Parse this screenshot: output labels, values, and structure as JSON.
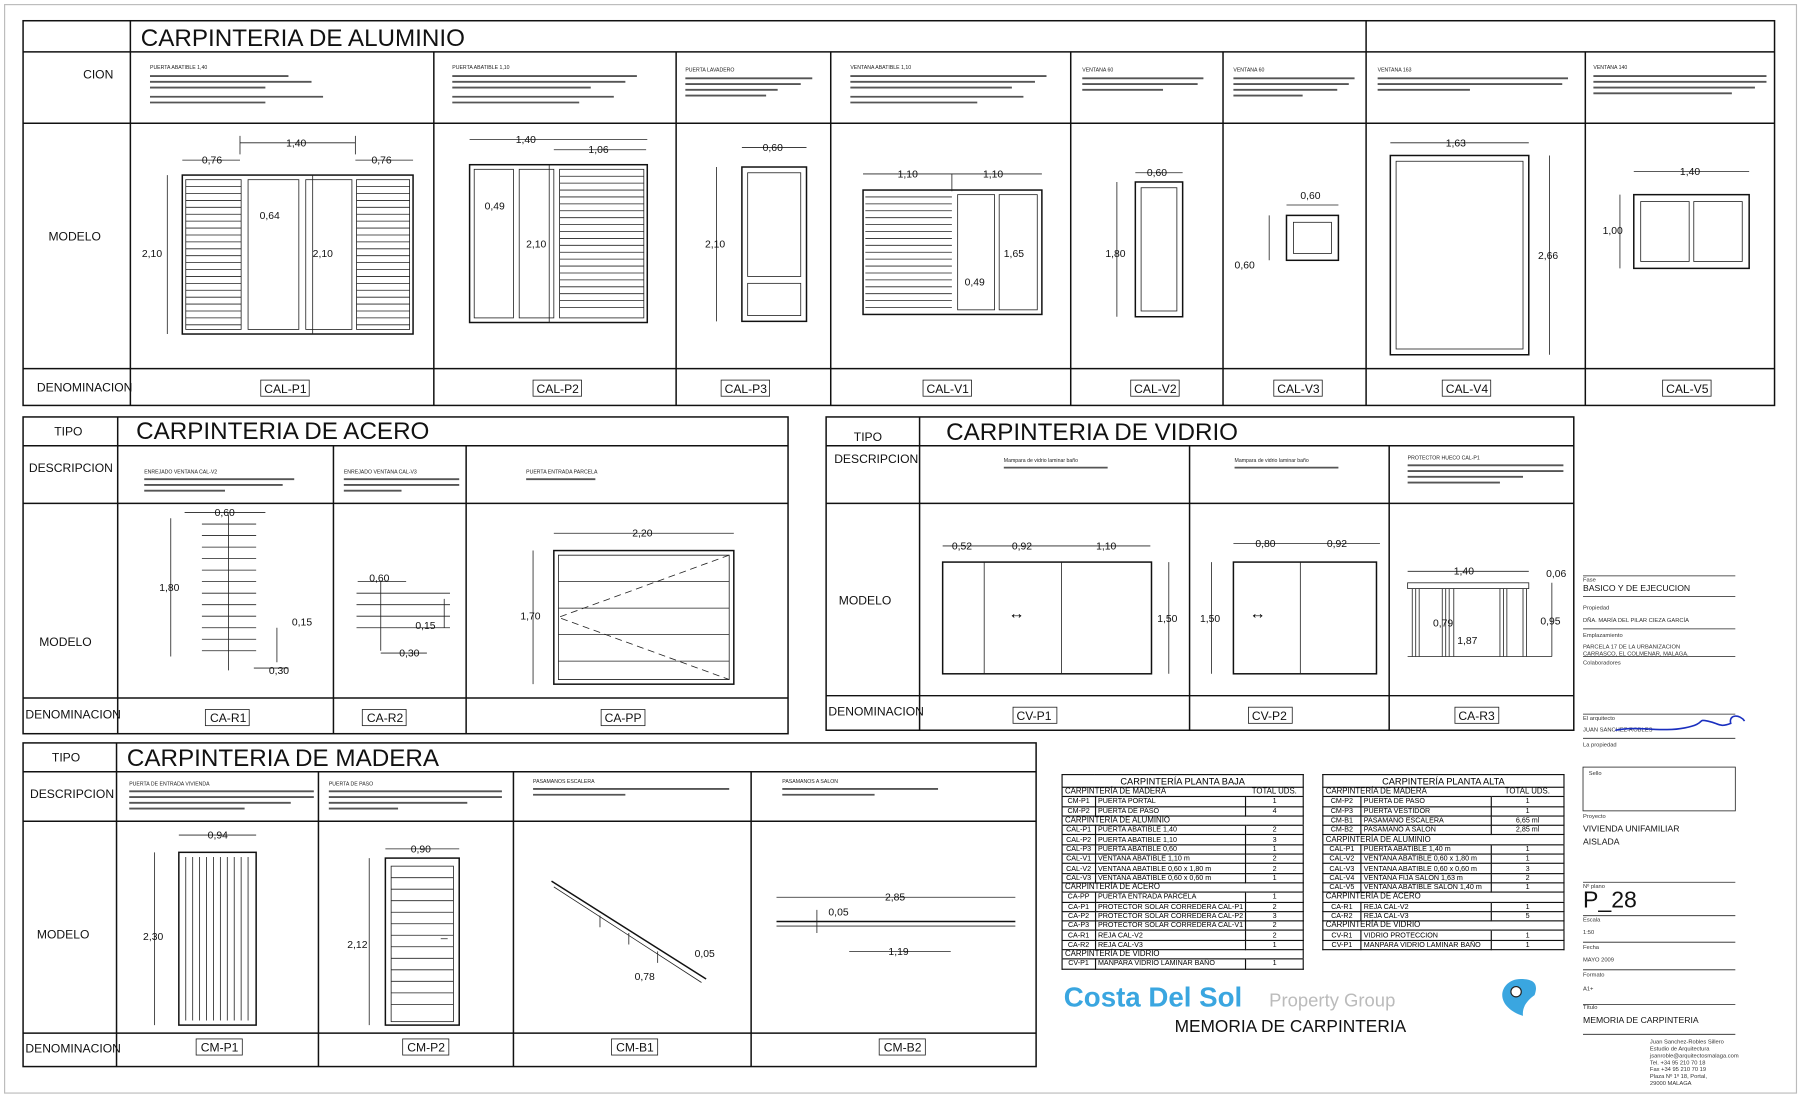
{
  "watermark": {
    "brand": "Costa Del Sol",
    "sub": "Property Group",
    "color": "#3aa6e0"
  },
  "labels": {
    "tipo": "TIPO",
    "descripcion": "DESCRIPCION",
    "descripcion_partial": "CION",
    "modelo": "MODELO",
    "denominacion": "DENOMINACION"
  },
  "aluminio": {
    "title": "CARPINTERIA DE ALUMINIO",
    "items": [
      {
        "code": "CAL-P1",
        "desc": "PUERTA ABATIBLE 1,40",
        "dims": [
          "0,76",
          "1,40",
          "0,76",
          "2,10",
          "0,64",
          "2,10"
        ]
      },
      {
        "code": "CAL-P2",
        "desc": "PUERTA ABATIBLE 1,10",
        "dims": [
          "1,40",
          "1,06",
          "0,49",
          "2,10"
        ]
      },
      {
        "code": "CAL-P3",
        "desc": "PUERTA LAVADERO",
        "dims": [
          "0,60",
          "2,10"
        ]
      },
      {
        "code": "CAL-V1",
        "desc": "VENTANA ABATIBLE 1,10",
        "dims": [
          "1,10",
          "1,10",
          "1,65",
          "0,49"
        ]
      },
      {
        "code": "CAL-V2",
        "desc": "VENTANA 60",
        "dims": [
          "0,60",
          "1,80"
        ]
      },
      {
        "code": "CAL-V3",
        "desc": "VENTANA 60",
        "dims": [
          "0,60",
          "0,60"
        ]
      },
      {
        "code": "CAL-V4",
        "desc": "VENTANA 163",
        "dims": [
          "1,63",
          "2,66"
        ]
      },
      {
        "code": "CAL-V5",
        "desc": "VENTANA 140",
        "dims": [
          "1,40",
          "1,00"
        ]
      }
    ]
  },
  "acero": {
    "title": "CARPINTERIA DE ACERO",
    "items": [
      {
        "code": "CA-R1",
        "desc": "ENREJADO VENTANA CAL-V2",
        "dims": [
          "0,60",
          "1,80",
          "0,15",
          "0,30"
        ]
      },
      {
        "code": "CA-R2",
        "desc": "ENREJADO VENTANA CAL-V3",
        "dims": [
          "0,60",
          "0,15",
          "0,30"
        ]
      },
      {
        "code": "CA-PP",
        "desc": "PUERTA ENTRADA PARCELA",
        "dims": [
          "2,20",
          "1,70"
        ]
      }
    ]
  },
  "vidrio": {
    "title": "CARPINTERIA DE VIDRIO",
    "items": [
      {
        "code": "CV-P1",
        "desc": "Mampara de vidrio laminar baño",
        "dims": [
          "0,52",
          "0,92",
          "1,10",
          "1,50"
        ]
      },
      {
        "code": "CV-P2",
        "desc": "Mampara de vidrio laminar baño",
        "dims": [
          "0,80",
          "0,92",
          "1,50"
        ]
      },
      {
        "code": "CA-R3",
        "desc": "PROTECTOR HUECO CAL-P1",
        "dims": [
          "1,40",
          "0,06",
          "0,79",
          "1,87",
          "0,95"
        ]
      }
    ]
  },
  "madera": {
    "title": "CARPINTERIA DE MADERA",
    "items": [
      {
        "code": "CM-P1",
        "desc": "PUERTA DE ENTRADA VIVIENDA",
        "dims": [
          "0,94",
          "2,30"
        ]
      },
      {
        "code": "CM-P2",
        "desc": "PUERTA DE PASO",
        "dims": [
          "0,90",
          "2,12"
        ]
      },
      {
        "code": "CM-B1",
        "desc": "PASAMANOS ESCALERA",
        "dims": [
          "0,05",
          "0,78"
        ]
      },
      {
        "code": "CM-B2",
        "desc": "PASAMANOS A SALON",
        "dims": [
          "2,85",
          "0,05",
          "1,19"
        ]
      }
    ]
  },
  "arrow_glyph": "↔",
  "schedules": [
    {
      "title": "CARPINTERÍA PLANTA BAJA",
      "total_header": "TOTAL UDS.",
      "groups": [
        {
          "name": "CARPINTERÍA DE MADERA",
          "rows": [
            [
              "CM-P1",
              "PUERTA PORTAL",
              "1"
            ],
            [
              "CM-P2",
              "PUERTA DE PASO",
              "4"
            ]
          ]
        },
        {
          "name": "CARPINTERÍA DE ALUMINIO",
          "rows": [
            [
              "CAL-P1",
              "PUERTA ABATIBLE 1,40",
              "2"
            ],
            [
              "CAL-P2",
              "PUERTA ABATIBLE 1,10",
              "3"
            ],
            [
              "CAL-P3",
              "PUERTA ABATIBLE 0,60",
              "1"
            ],
            [
              "CAL-V1",
              "VENTANA ABATIBLE 1,10 m",
              "2"
            ],
            [
              "CAL-V2",
              "VENTANA ABATIBLE 0,60 x 1,80 m",
              "2"
            ],
            [
              "CAL-V3",
              "VENTANA ABATIBLE 0,60 x 0,60 m",
              "1"
            ]
          ]
        },
        {
          "name": "CARPINTERÍA DE ACERO",
          "rows": [
            [
              "CA-PP",
              "PUERTA ENTRADA PARCELA",
              "1"
            ],
            [
              "CA-P1",
              "PROTECTOR SOLAR CORREDERA CAL-P1",
              "2"
            ],
            [
              "CA-P2",
              "PROTECTOR SOLAR CORREDERA CAL-P2",
              "3"
            ],
            [
              "CA-P3",
              "PROTECTOR SOLAR CORREDERA CAL-V1",
              "2"
            ],
            [
              "CA-R1",
              "REJA CAL-V2",
              "2"
            ],
            [
              "CA-R2",
              "REJA CAL-V3",
              "1"
            ]
          ]
        },
        {
          "name": "CARPINTERÍA DE VIDRIO",
          "rows": [
            [
              "CV-P1",
              "MANPARA VIDRIO LAMINAR BAÑO",
              "1"
            ]
          ]
        }
      ]
    },
    {
      "title": "CARPINTERÍA PLANTA ALTA",
      "total_header": "TOTAL UDS.",
      "groups": [
        {
          "name": "CARPINTERÍA DE MADERA",
          "rows": [
            [
              "CM-P2",
              "PUERTA DE PASO",
              "1"
            ],
            [
              "CM-P3",
              "PUERTA VESTIDOR",
              "1"
            ],
            [
              "CM-B1",
              "PASAMANO ESCALERA",
              "6,65 ml"
            ],
            [
              "CM-B2",
              "PASAMANO A SALON",
              "2,85 ml"
            ]
          ]
        },
        {
          "name": "CARPINTERÍA DE ALUMINIO",
          "rows": [
            [
              "CAL-P1",
              "PUERTA ABATIBLE 1,40 m",
              "1"
            ],
            [
              "CAL-V2",
              "VENTANA ABATIBLE 0,60 x 1,80 m",
              "1"
            ],
            [
              "CAL-V3",
              "VENTANA ABATIBLE 0,60 x 0,60 m",
              "3"
            ],
            [
              "CAL-V4",
              "VENTANA FIJA SALON 1,63 m",
              "2"
            ],
            [
              "CAL-V5",
              "VENTANA ABATIBLE SALON 1,40 m",
              "1"
            ]
          ]
        },
        {
          "name": "CARPINTERÍA DE ACERO",
          "rows": [
            [
              "CA-R1",
              "REJA CAL-V2",
              "1"
            ],
            [
              "CA-R2",
              "REJA CAL-V3",
              "5"
            ]
          ]
        },
        {
          "name": "CARPINTERÍA DE VIDRIO",
          "rows": [
            [
              "CV-R1",
              "VIDRIO PROTECCION",
              "1"
            ],
            [
              "CV-P1",
              "MANPARA VIDRIO LAMINAR BAÑO",
              "1"
            ]
          ]
        }
      ]
    }
  ],
  "sheet_caption": "MEMORIA DE CARPINTERIA",
  "titleblock": {
    "fase_label": "Fase",
    "fase": "BASICO Y DE EJECUCION",
    "propiedad_label": "Propiedad",
    "propiedad": "DÑA. MARÍA DEL PILAR CIEZA GARCÍA",
    "emplazamiento_label": "Emplazamiento",
    "emplazamiento_1": "PARCELA 17 DE LA URBANIZACION",
    "emplazamiento_2": "CARRASCO, EL COLMENAR, MALAGA.",
    "colaboradores_label": "Colaboradores",
    "arquitecto_label": "El arquitecto",
    "arquitecto": "JUAN SANCHEZ-ROBLES",
    "propiedad2_label": "La propiedad",
    "sello_label": "Sello",
    "proyecto_label": "Proyecto",
    "proyecto_1": "VIVIENDA UNIFAMILIAR",
    "proyecto_2": "AISLADA",
    "plano_label": "Nº plano",
    "plano": "P_28",
    "escala_label": "Escala",
    "escala": "1:50",
    "fecha_label": "Fecha",
    "fecha": "MAYO 2009",
    "formato_label": "Formato",
    "formato": "A1+",
    "titulo_label": "Título",
    "titulo": "MEMORIA DE CARPINTERIA",
    "contact": [
      "Juan Sanchez-Robles Sillero",
      "Estudio de Arquitectura",
      "jsanroble@arquitectosmalaga.com",
      "Tel. +34 95 210 70 18",
      "Fax +34 95 210 70 19",
      "Plaza Nº 1º 18, Portal,",
      "29000 MALAGA"
    ],
    "signature_color": "#1a2fbf"
  }
}
